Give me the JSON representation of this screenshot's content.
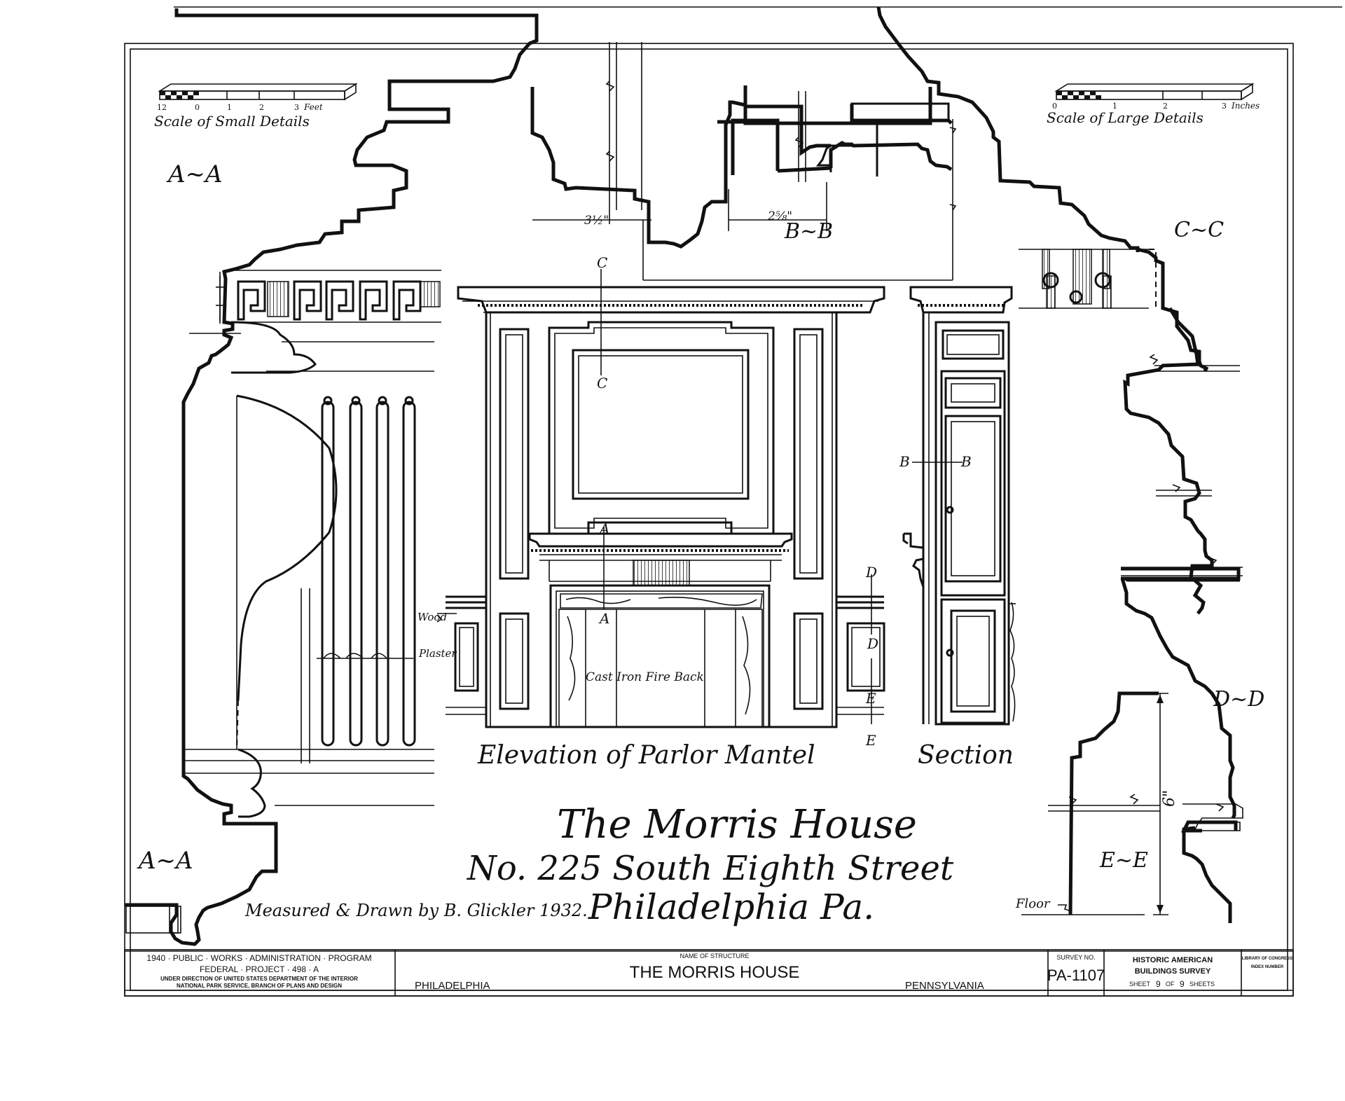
{
  "scales": {
    "small": {
      "ticks": [
        "12",
        "0",
        "1",
        "2",
        "3"
      ],
      "unit": "Feet",
      "label": "Scale of Small Details"
    },
    "large": {
      "ticks": [
        "0",
        "1",
        "2",
        "3"
      ],
      "unit": "Inches",
      "label": "Scale of Large Details"
    }
  },
  "section_labels": {
    "aa_top": "A~A",
    "aa_bottom": "A~A",
    "bb": "B~B",
    "cc": "C~C",
    "dd": "D~D",
    "ee": "E~E"
  },
  "dimensions": {
    "d1": "3½\"",
    "d2": "2⅝\"",
    "d3": "6\""
  },
  "cut_markers": {
    "c_top": "C",
    "c_mid": "C",
    "a_top": "A",
    "a_bottom": "A",
    "b_left": "B",
    "b_right": "B",
    "d_top": "D",
    "d_mid": "D",
    "e_top": "E",
    "e_bottom": "E"
  },
  "annotations": {
    "wood": "Wood",
    "plaster": "Plaster",
    "fire_back": "Cast Iron Fire Back",
    "floor": "Floor"
  },
  "drawing_titles": {
    "elevation": "Elevation of Parlor Mantel",
    "section": "Section"
  },
  "building": {
    "name": "The Morris House",
    "address": "No. 225 South Eighth Street",
    "city": "Philadelphia Pa.",
    "credit": "Measured & Drawn by B. Glickler 1932."
  },
  "title_block": {
    "program_line1": "1940 · PUBLIC · WORKS · ADMINISTRATION · PROGRAM",
    "program_line2": "FEDERAL · PROJECT · 498 · A",
    "program_line3": "UNDER DIRECTION OF UNITED STATES DEPARTMENT OF THE INTERIOR",
    "program_line4": "NATIONAL PARK SERVICE, BRANCH OF PLANS AND DESIGN",
    "name_of_structure_label": "NAME OF STRUCTURE",
    "structure_name": "THE MORRIS HOUSE",
    "city": "PHILADELPHIA",
    "state": "PENNSYLVANIA",
    "survey_no_label": "SURVEY NO.",
    "survey_no": "PA-1107",
    "habs_line1": "HISTORIC AMERICAN",
    "habs_line2": "BUILDINGS SURVEY",
    "sheet_word": "SHEET",
    "sheet_no": "9",
    "of_word": "OF",
    "sheet_total": "9",
    "sheets_word": "SHEETS",
    "loc_line1": "LIBRARY OF CONGRESS",
    "loc_line2": "INDEX NUMBER"
  }
}
